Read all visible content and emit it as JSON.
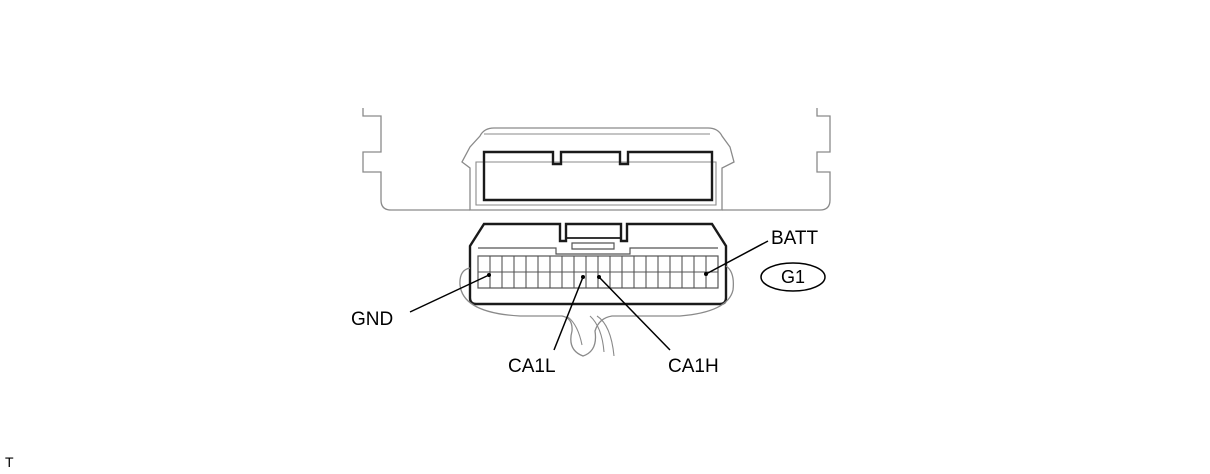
{
  "labels": {
    "gnd": "GND",
    "batt": "BATT",
    "ca1l": "CA1L",
    "ca1h": "CA1H",
    "connector_id": "G1"
  },
  "corner_code": "T"
}
